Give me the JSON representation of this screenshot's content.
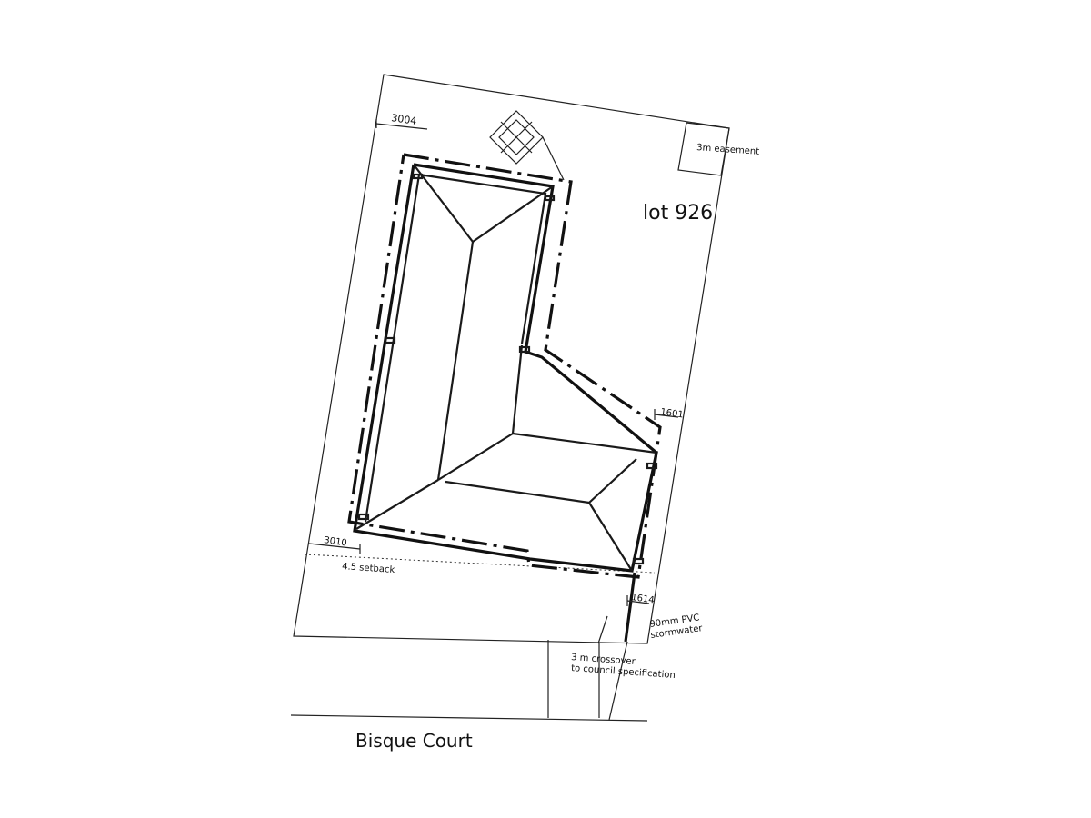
{
  "plan": {
    "lot_label": "lot 926",
    "street_label": "Bisque Court",
    "easement_label": "3m easement",
    "setback_label": "4.5 setback",
    "pvc_label_line1": "90mm PVC",
    "pvc_label_line2": "stormwater",
    "crossover_label_line1": "3 m crossover",
    "crossover_label_line2": "to council specification",
    "dimensions": {
      "top_left": "3004",
      "bottom_left": "3010",
      "right_upper": "1601",
      "right_lower": "1614"
    }
  }
}
